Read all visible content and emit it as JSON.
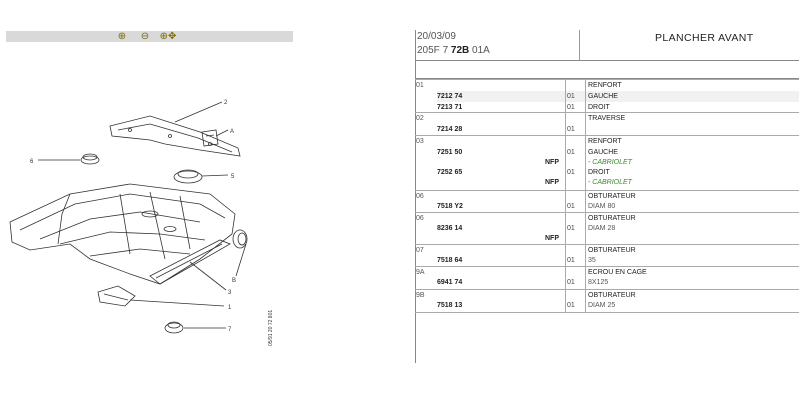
{
  "toolbar": {
    "zoom_in_icon": "zoom-in",
    "zoom_out_icon": "zoom-out",
    "zoom_pan_icon": "zoom-pan"
  },
  "header": {
    "date": "20/03/09",
    "ref_prefix": "205F 7 ",
    "ref_bold": "72B",
    "ref_suffix": " 01A",
    "title": "PLANCHER AVANT"
  },
  "diagram": {
    "callouts": [
      "2",
      "A",
      "6",
      "5",
      "B",
      "3",
      "1",
      "7"
    ],
    "side_text": "05/91 20 72 801"
  },
  "rows": [
    {
      "code": "01",
      "lines": [
        {
          "pn": "",
          "nfp": "",
          "qty": "",
          "desc": "RENFORT"
        },
        {
          "pn": "7212 74",
          "nfp": "",
          "qty": "01",
          "desc": "GAUCHE"
        },
        {
          "pn": "7213 71",
          "nfp": "",
          "qty": "01",
          "desc": "DROIT"
        }
      ]
    },
    {
      "code": "02",
      "lines": [
        {
          "pn": "",
          "nfp": "",
          "qty": "",
          "desc": "TRAVERSE"
        },
        {
          "pn": "7214 28",
          "nfp": "",
          "qty": "01",
          "desc": ""
        }
      ]
    },
    {
      "code": "03",
      "lines": [
        {
          "pn": "",
          "nfp": "",
          "qty": "",
          "desc": "RENFORT"
        },
        {
          "pn": "7251 50",
          "nfp": "",
          "qty": "01",
          "desc": "GAUCHE"
        },
        {
          "pn": "",
          "nfp": "NFP",
          "qty": "",
          "desc": "- CABRIOLET"
        },
        {
          "pn": "7252 65",
          "nfp": "",
          "qty": "01",
          "desc": "DROIT"
        },
        {
          "pn": "",
          "nfp": "NFP",
          "qty": "",
          "desc": "- CABRIOLET"
        }
      ]
    },
    {
      "code": "06",
      "lines": [
        {
          "pn": "",
          "nfp": "",
          "qty": "",
          "desc": "OBTURATEUR"
        },
        {
          "pn": "7518 Y2",
          "nfp": "",
          "qty": "01",
          "desc": "DIAM 80"
        }
      ]
    },
    {
      "code": "06",
      "lines": [
        {
          "pn": "",
          "nfp": "",
          "qty": "",
          "desc": "OBTURATEUR"
        },
        {
          "pn": "8236 14",
          "nfp": "",
          "qty": "01",
          "desc": "DIAM 28"
        },
        {
          "pn": "",
          "nfp": "NFP",
          "qty": "",
          "desc": ""
        }
      ]
    },
    {
      "code": "07",
      "lines": [
        {
          "pn": "",
          "nfp": "",
          "qty": "",
          "desc": "OBTURATEUR"
        },
        {
          "pn": "7518 64",
          "nfp": "",
          "qty": "01",
          "desc": "35"
        }
      ]
    },
    {
      "code": "9A",
      "lines": [
        {
          "pn": "",
          "nfp": "",
          "qty": "",
          "desc": "ECROU EN CAGE"
        },
        {
          "pn": "6941 74",
          "nfp": "",
          "qty": "01",
          "desc": "8X125"
        }
      ]
    },
    {
      "code": "9B",
      "lines": [
        {
          "pn": "",
          "nfp": "",
          "qty": "",
          "desc": "OBTURATEUR"
        },
        {
          "pn": "7518 13",
          "nfp": "",
          "qty": "01",
          "desc": "DIAM 25"
        }
      ]
    }
  ]
}
